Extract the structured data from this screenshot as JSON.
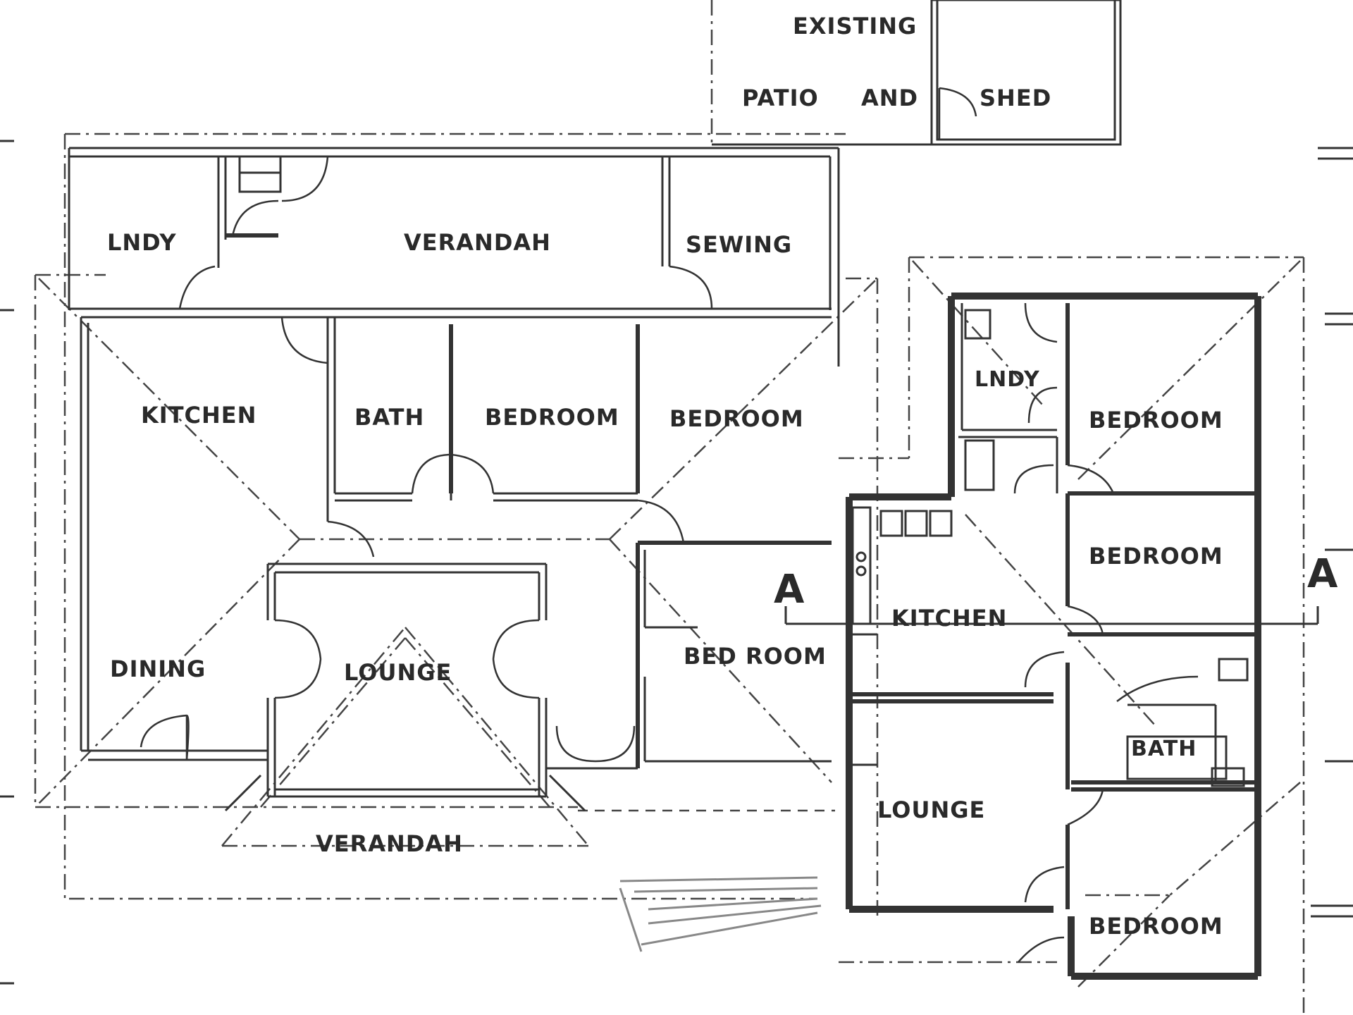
{
  "rooms_left": {
    "lndy": "LNDY",
    "verandah_top": "VERANDAH",
    "sewing": "SEWING",
    "kitchen": "KITCHEN",
    "bath": "BATH",
    "bedroom_1": "BEDROOM",
    "bedroom_2": "BEDROOM",
    "dining": "DINING",
    "lounge": "LOUNGE",
    "bed_room": "BED ROOM",
    "verandah_bottom": "VERANDAH"
  },
  "rooms_right": {
    "lndy": "LNDY",
    "bedroom_1": "BEDROOM",
    "bedroom_2": "BEDROOM",
    "kitchen": "KITCHEN",
    "bath": "BATH",
    "lounge": "LOUNGE",
    "bedroom_3": "BEDROOM"
  },
  "existing": {
    "existing": "EXISTING",
    "patio": "PATIO",
    "and": "AND",
    "shed": "SHED"
  },
  "section_marker": {
    "left": "A",
    "right": "A"
  }
}
